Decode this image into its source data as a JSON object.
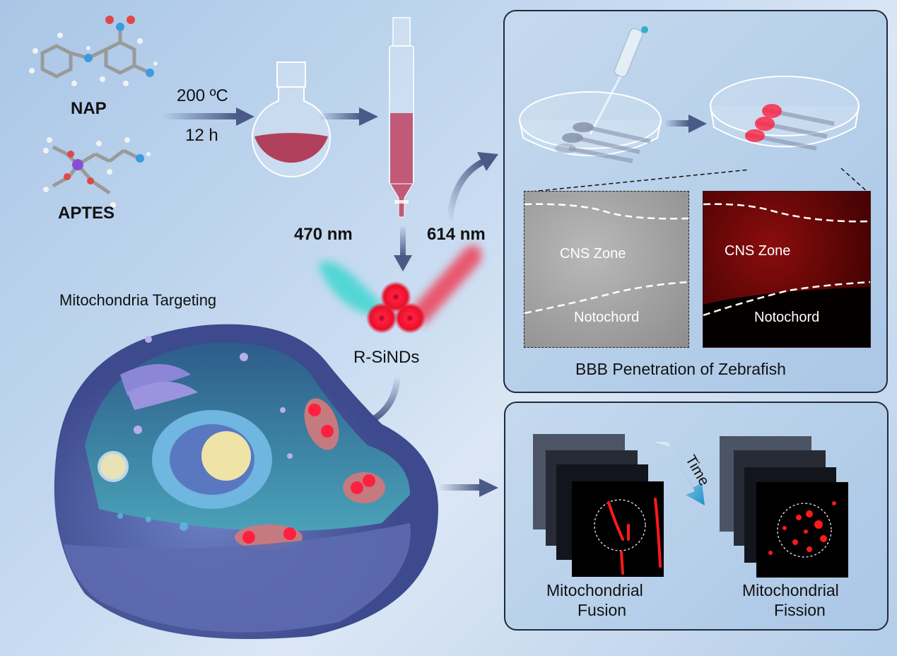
{
  "synthesis": {
    "precursors": [
      {
        "label": "NAP",
        "icon": "nap-molecule-icon"
      },
      {
        "label": "APTES",
        "icon": "aptes-molecule-icon"
      }
    ],
    "conditions": {
      "temperature": "200 ºC",
      "time": "12 h"
    },
    "vessels": [
      "round-bottom-flask-icon",
      "chromatography-column-icon"
    ]
  },
  "product": {
    "label": "R-SiNDs",
    "excitation": "470 nm",
    "emission": "614 nm",
    "colors": {
      "excitation": "#3fd6d0",
      "emission": "#f0384f",
      "dot": "#e8102a"
    }
  },
  "cell": {
    "title": "Mitochondria Targeting"
  },
  "zebrafish_panel": {
    "title": "BBB Penetration of Zebrafish",
    "images": [
      {
        "kind": "brightfield",
        "region_top": "CNS Zone",
        "region_bottom": "Notochord"
      },
      {
        "kind": "fluorescence",
        "region_top": "CNS Zone",
        "region_bottom": "Notochord"
      }
    ]
  },
  "mito_panel": {
    "time_label": "Time",
    "stacks": [
      {
        "line1": "Mitochondrial",
        "line2": "Fusion"
      },
      {
        "line1": "Mitochondrial",
        "line2": "Fission"
      }
    ]
  },
  "colors": {
    "arrow": "#4a5a86",
    "panel_border": "#1f2a3a",
    "liquid": "#b0405c"
  }
}
